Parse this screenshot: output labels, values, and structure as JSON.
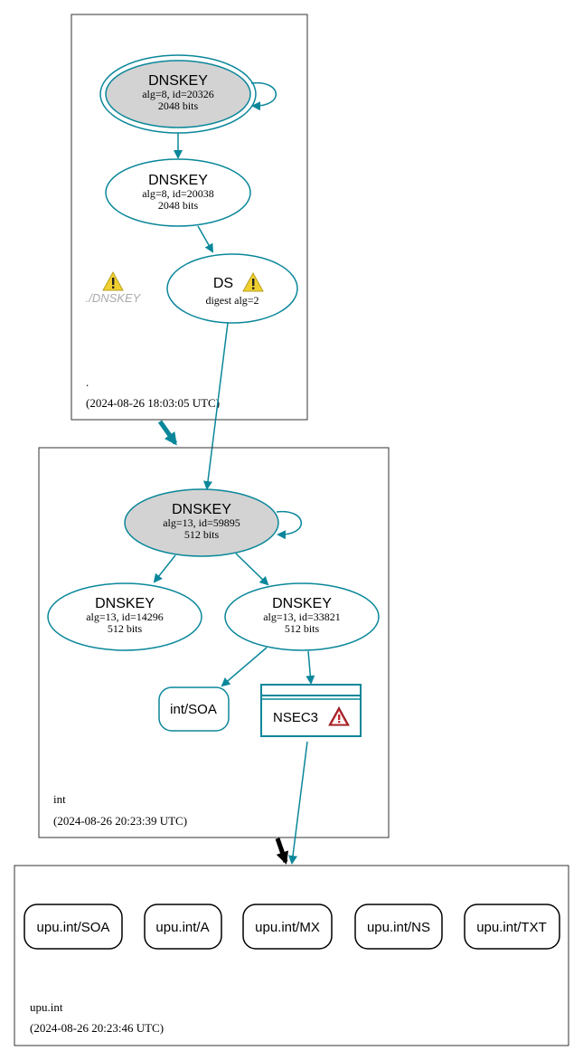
{
  "colors": {
    "edge": "#0a879a",
    "key_fill": "#d3d3d3",
    "zone_border": "#333333",
    "warning_yellow": "#f0d030",
    "error_red": "#c0282f",
    "insecure_edge": "#000000"
  },
  "zones": {
    "root": {
      "name": ".",
      "timestamp": "(2024-08-26 18:03:05 UTC)",
      "ksk": {
        "title": "DNSKEY",
        "line1": "alg=8, id=20326",
        "line2": "2048 bits"
      },
      "zsk": {
        "title": "DNSKEY",
        "line1": "alg=8, id=20038",
        "line2": "2048 bits"
      },
      "ds": {
        "title": "DS",
        "line1": "digest alg=2",
        "icon": "warning-icon"
      },
      "warning_label": "./DNSKEY",
      "warning_icon": "warning-icon"
    },
    "int": {
      "name": "int",
      "timestamp": "(2024-08-26 20:23:39 UTC)",
      "ksk": {
        "title": "DNSKEY",
        "line1": "alg=13, id=59895",
        "line2": "512 bits"
      },
      "zsk1": {
        "title": "DNSKEY",
        "line1": "alg=13, id=14296",
        "line2": "512 bits"
      },
      "zsk2": {
        "title": "DNSKEY",
        "line1": "alg=13, id=33821",
        "line2": "512 bits"
      },
      "soa": "int/SOA",
      "nsec3": {
        "label": "NSEC3",
        "icon": "error-icon"
      }
    },
    "upu": {
      "name": "upu.int",
      "timestamp": "(2024-08-26 20:23:46 UTC)",
      "records": [
        "upu.int/SOA",
        "upu.int/A",
        "upu.int/MX",
        "upu.int/NS",
        "upu.int/TXT"
      ]
    }
  }
}
